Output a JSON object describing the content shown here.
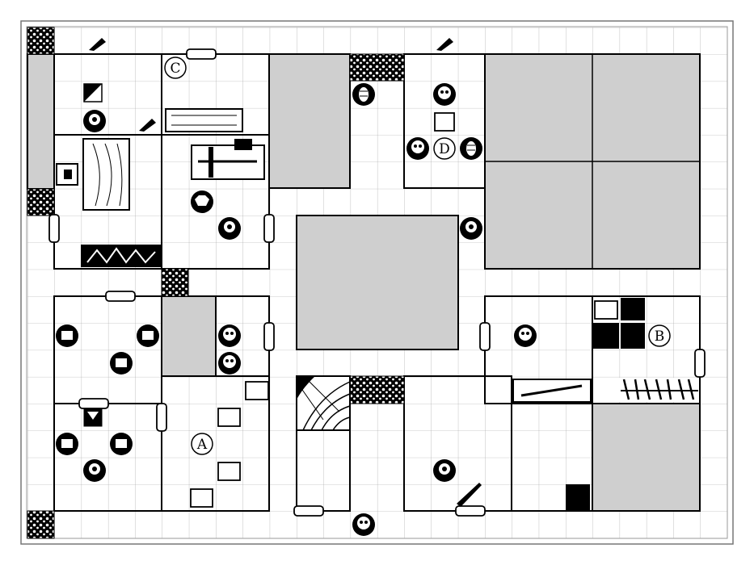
{
  "board": {
    "grid_columns": 26,
    "grid_rows": 19,
    "colors": {
      "background": "#ffffff",
      "grid_line": "#9a9a9a",
      "wall": "#000000",
      "solid_block": "#cfcfcf",
      "token": "#000000"
    }
  },
  "markers": [
    {
      "id": "marker-a",
      "label": "A"
    },
    {
      "id": "marker-b",
      "label": "B"
    },
    {
      "id": "marker-c",
      "label": "C"
    },
    {
      "id": "marker-d",
      "label": "D"
    }
  ],
  "icon_legend": {
    "skull": "skull-token-icon",
    "orc": "orc-token-icon",
    "goblin": "goblin-token-icon",
    "fimir": "fimir-token-icon",
    "mummy": "mummy-token-icon",
    "door": "door-icon",
    "rubble": "blocked-square-icon",
    "chest": "treasure-chest-icon",
    "trap": "pit-trap-icon",
    "falling_rock": "falling-rock-trap-icon",
    "table": "table-icon",
    "tomb": "tomb-icon",
    "bookcase": "bookcase-icon",
    "rack": "torture-rack-icon",
    "fireplace": "fireplace-icon",
    "throne": "throne-icon",
    "stairs": "stairway-icon",
    "weapon_rack": "weapons-rack-icon",
    "cupboard": "cupboard-icon",
    "spear": "spear-trap-icon"
  }
}
